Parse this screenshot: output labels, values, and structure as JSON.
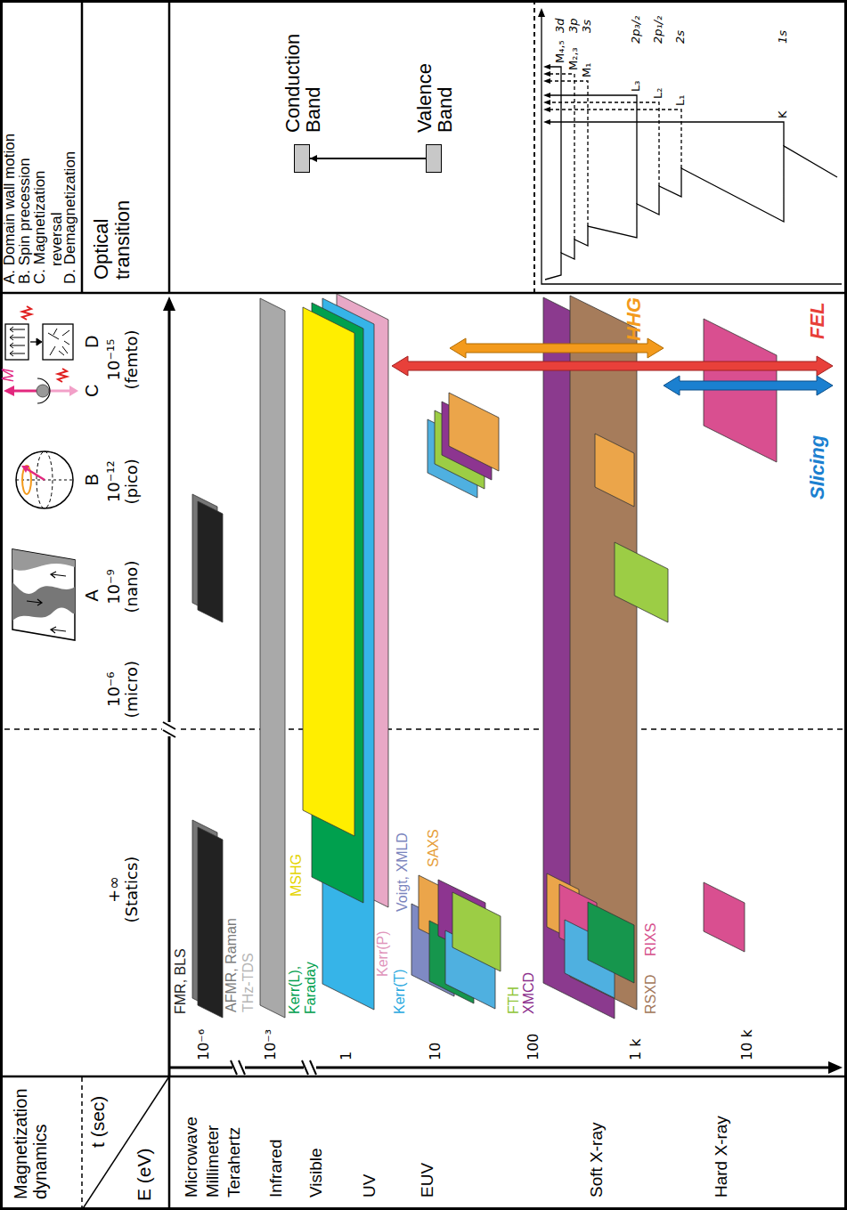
{
  "diagram": {
    "nodes": [
      {
        "text": [
          "Conduction Band"
        ]
      },
      {
        "text": [
          "Valence Band"
        ]
      }
    ],
    "edges": [
      {
        "from": 1,
        "to": 0,
        "arrow": "to"
      }
    ],
    "labels": [
      "Magnetization dynamics",
      "t (sec)",
      "E (eV)",
      "Microwave",
      "Millimeter",
      "Terahertz",
      "Infrared",
      "Visible",
      "UV",
      "EUV",
      "Soft X-ray",
      "Hard X-ray",
      "10⁻⁶",
      "10⁻³",
      "1",
      "10",
      "100",
      "1 k",
      "10 k",
      "+∞ (Statics)",
      "10⁻⁶ (micro)",
      "10⁻⁹ (nano)",
      "10⁻¹² (pico)",
      "10⁻¹⁵ (femto)",
      "A",
      "B",
      "C",
      "D",
      "M",
      "FMR, BLS",
      "AFMR, Raman",
      "THz-TDS",
      "Kerr(L), Faraday",
      "MSHG",
      "Kerr(P)",
      "Kerr(T)",
      "Voigt, XMLD",
      "SAXS",
      "FTH",
      "XMCD",
      "RSXD",
      "RIXS",
      "HHG",
      "FEL",
      "Slicing",
      "A. Domain wall motion",
      "B. Spin precession",
      "C. Magnetization reversal",
      "D. Demagnetization",
      "Optical transition",
      "3d",
      "3p",
      "3s",
      "M₄,₅",
      "M₂,₃",
      "M₁",
      "2p₃/₂",
      "2p₁/₂",
      "2s",
      "L₃",
      "L₂",
      "L₁",
      "K",
      "1s"
    ]
  }
}
